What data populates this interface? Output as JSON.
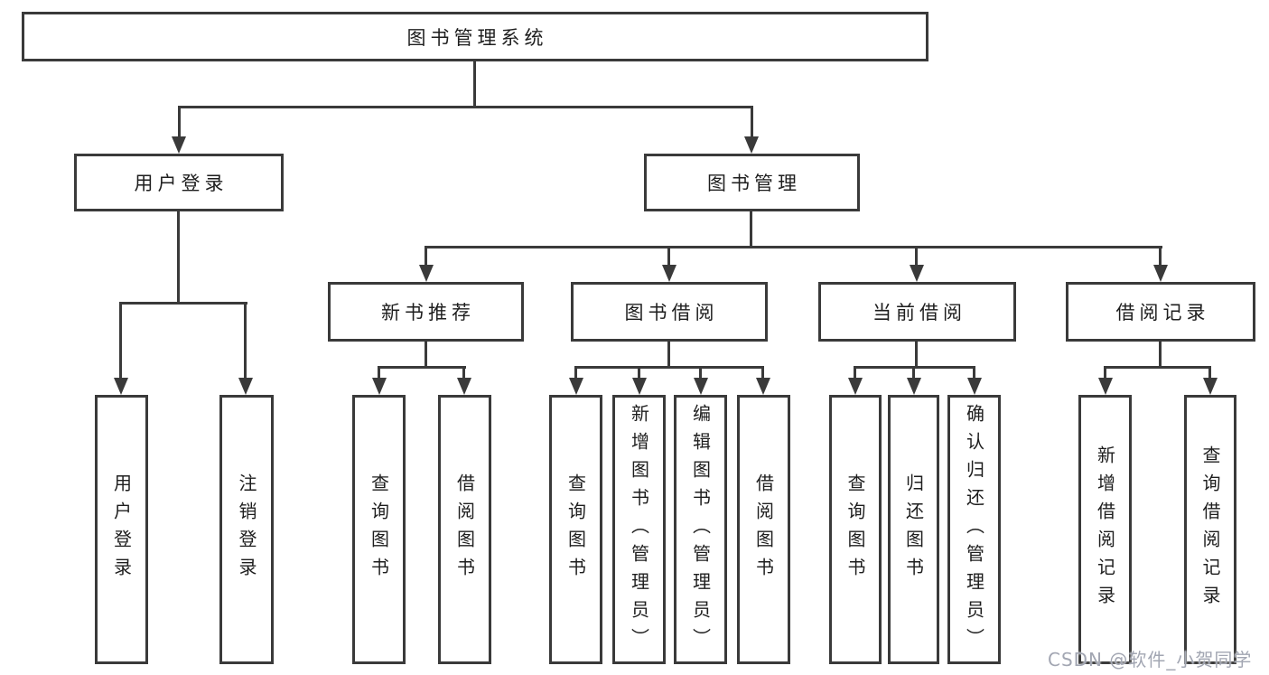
{
  "diagram": {
    "type": "tree",
    "title": "图书管理系统",
    "watermark": "CSDN @软件_小贺同学",
    "colors": {
      "background": "#ffffff",
      "line": "#3a3a3a",
      "box_border": "#3a3a3a",
      "text": "#1e1e1e",
      "watermark": "#a2a6b2"
    },
    "hierarchy": {
      "label": "图书管理系统",
      "children": [
        {
          "label": "用户登录",
          "children": [
            {
              "label": "用户登录"
            },
            {
              "label": "注销登录"
            }
          ]
        },
        {
          "label": "图书管理",
          "children": [
            {
              "label": "新书推荐",
              "children": [
                {
                  "label": "查询图书"
                },
                {
                  "label": "借阅图书"
                }
              ]
            },
            {
              "label": "图书借阅",
              "children": [
                {
                  "label": "查询图书"
                },
                {
                  "label": "新增图书（管理员）"
                },
                {
                  "label": "编辑图书（管理员）"
                },
                {
                  "label": "借阅图书"
                }
              ]
            },
            {
              "label": "当前借阅",
              "children": [
                {
                  "label": "查询图书"
                },
                {
                  "label": "归还图书"
                },
                {
                  "label": "确认归还（管理员）"
                }
              ]
            },
            {
              "label": "借阅记录",
              "children": [
                {
                  "label": "新增借阅记录"
                },
                {
                  "label": "查询借阅记录"
                }
              ]
            }
          ]
        }
      ]
    }
  },
  "nodes": [
    {
      "id": "root",
      "label": "图书管理系统"
    },
    {
      "id": "user-login",
      "label": "用户登录"
    },
    {
      "id": "book-mgmt",
      "label": "图书管理"
    },
    {
      "id": "new-book-rec",
      "label": "新书推荐"
    },
    {
      "id": "book-borrow",
      "label": "图书借阅"
    },
    {
      "id": "current-borrow",
      "label": "当前借阅"
    },
    {
      "id": "borrow-record",
      "label": "借阅记录"
    },
    {
      "id": "leaf-user-login",
      "label": "用户登录"
    },
    {
      "id": "leaf-logout",
      "label": "注销登录"
    },
    {
      "id": "leaf-query-book-1",
      "label": "查询图书"
    },
    {
      "id": "leaf-borrow-book-1",
      "label": "借阅图书"
    },
    {
      "id": "leaf-query-book-2",
      "label": "查询图书"
    },
    {
      "id": "leaf-add-book-admin",
      "label": "新增图书（管理员）"
    },
    {
      "id": "leaf-edit-book-admin",
      "label": "编辑图书（管理员）"
    },
    {
      "id": "leaf-borrow-book-2",
      "label": "借阅图书"
    },
    {
      "id": "leaf-query-book-3",
      "label": "查询图书"
    },
    {
      "id": "leaf-return-book",
      "label": "归还图书"
    },
    {
      "id": "leaf-confirm-return",
      "label": "确认归还（管理员）"
    },
    {
      "id": "leaf-add-borrow-record",
      "label": "新增借阅记录"
    },
    {
      "id": "leaf-query-borrow-record",
      "label": "查询借阅记录"
    }
  ]
}
